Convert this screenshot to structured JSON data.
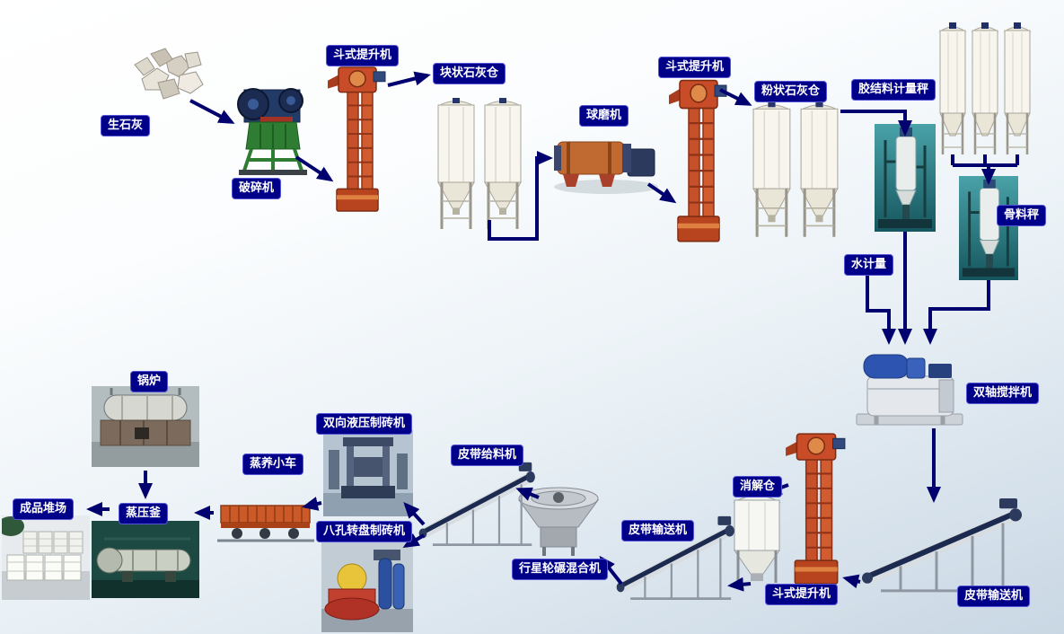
{
  "diagram": {
    "type": "process-flow",
    "background_top": "#ffffff",
    "background_bottom": "#c9d7e4",
    "arrow_color": "#00006e",
    "label_background": "#000088",
    "label_text_color": "#ffffff",
    "nodes": [
      {
        "id": "quicklime",
        "label": "生石灰"
      },
      {
        "id": "crusher",
        "label": "破碎机"
      },
      {
        "id": "bucket-elevator-1",
        "label": "斗式提升机"
      },
      {
        "id": "lump-lime-silo",
        "label": "块状石灰仓"
      },
      {
        "id": "ball-mill",
        "label": "球磨机"
      },
      {
        "id": "bucket-elevator-2",
        "label": "斗式提升机"
      },
      {
        "id": "powder-lime-silo",
        "label": "粉状石灰仓"
      },
      {
        "id": "binder-metering-scale",
        "label": "胶结料计量秤"
      },
      {
        "id": "aggregate-scale",
        "label": "骨料秤"
      },
      {
        "id": "water-metering",
        "label": "水计量"
      },
      {
        "id": "twin-shaft-mixer",
        "label": "双轴搅拌机"
      },
      {
        "id": "belt-conveyor-1",
        "label": "皮带输送机"
      },
      {
        "id": "bucket-elevator-3",
        "label": "斗式提升机"
      },
      {
        "id": "digestion-silo",
        "label": "消解仓"
      },
      {
        "id": "belt-conveyor-2",
        "label": "皮带输送机"
      },
      {
        "id": "planetary-wheel-mixer",
        "label": "行星轮碾混合机"
      },
      {
        "id": "belt-feeder",
        "label": "皮带给料机"
      },
      {
        "id": "hydraulic-brick-machine",
        "label": "双向液压制砖机"
      },
      {
        "id": "rotary-brick-machine",
        "label": "八孔转盘制砖机"
      },
      {
        "id": "steam-curing-trolley",
        "label": "蒸养小车"
      },
      {
        "id": "autoclave",
        "label": "蒸压釜"
      },
      {
        "id": "boiler",
        "label": "锅炉"
      },
      {
        "id": "product-yard",
        "label": "成品堆场"
      }
    ],
    "connections": [
      {
        "from": "quicklime",
        "to": "crusher"
      },
      {
        "from": "crusher",
        "to": "bucket-elevator-1"
      },
      {
        "from": "bucket-elevator-1",
        "to": "lump-lime-silo"
      },
      {
        "from": "lump-lime-silo",
        "to": "ball-mill"
      },
      {
        "from": "ball-mill",
        "to": "bucket-elevator-2"
      },
      {
        "from": "bucket-elevator-2",
        "to": "powder-lime-silo"
      },
      {
        "from": "powder-lime-silo",
        "to": "binder-metering-scale"
      },
      {
        "from": "aggregate-silos",
        "to": "aggregate-scale"
      },
      {
        "from": "binder-metering-scale",
        "to": "twin-shaft-mixer"
      },
      {
        "from": "water-metering",
        "to": "twin-shaft-mixer"
      },
      {
        "from": "aggregate-scale",
        "to": "twin-shaft-mixer"
      },
      {
        "from": "twin-shaft-mixer",
        "to": "belt-conveyor-1"
      },
      {
        "from": "belt-conveyor-1",
        "to": "bucket-elevator-3"
      },
      {
        "from": "bucket-elevator-3",
        "to": "digestion-silo"
      },
      {
        "from": "digestion-silo",
        "to": "belt-conveyor-2"
      },
      {
        "from": "belt-conveyor-2",
        "to": "planetary-wheel-mixer"
      },
      {
        "from": "planetary-wheel-mixer",
        "to": "belt-feeder"
      },
      {
        "from": "belt-feeder",
        "to": "hydraulic-brick-machine"
      },
      {
        "from": "belt-feeder",
        "to": "rotary-brick-machine"
      },
      {
        "from": "hydraulic-brick-machine",
        "to": "steam-curing-trolley"
      },
      {
        "from": "steam-curing-trolley",
        "to": "autoclave"
      },
      {
        "from": "boiler",
        "to": "autoclave"
      },
      {
        "from": "autoclave",
        "to": "product-yard"
      }
    ]
  }
}
